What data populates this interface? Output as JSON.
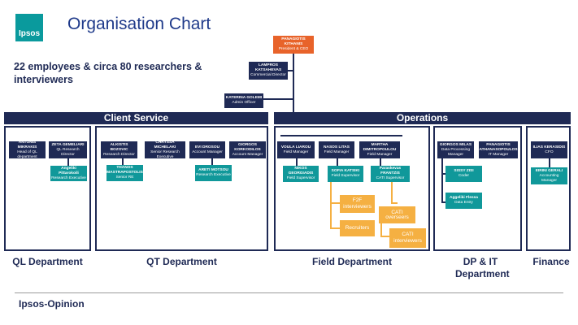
{
  "header": {
    "logo_text": "Ipsos",
    "title": "Organisation Chart"
  },
  "subtitle": "22 employees & circa 80 researchers & interviewers",
  "top": [
    {
      "name": "PANAGIOTIS KITHANIS",
      "role": "President & CEO",
      "color": "#e8632a"
    },
    {
      "name": "LAMPROS KATSAHEVAS",
      "role": "Commercial Director",
      "color": "#1f2a55"
    },
    {
      "name": "KATERINA GOLEMI",
      "role": "Admin Officer",
      "color": "#1f2a55"
    }
  ],
  "bars": {
    "client_service": "Client Service",
    "operations": "Operations"
  },
  "ql": {
    "people": [
      {
        "name": "ANTONIS MIKRAKIS",
        "role": "Head of QL department"
      },
      {
        "name": "ZETA GEMELIARI",
        "role": "QL Research Director"
      },
      {
        "name": "Angeliki Pittarokoili",
        "role": "Research Executive"
      }
    ]
  },
  "qt": {
    "people": [
      {
        "name": "ALKISTIS BOZOVIC",
        "role": "Research Director"
      },
      {
        "name": "CHRYSSA MICHELAKI",
        "role": "Senior Research Executive"
      },
      {
        "name": "EVI DROSOU",
        "role": "Account Manager"
      },
      {
        "name": "GIORGOS KORKODILOS",
        "role": "Account Manager"
      },
      {
        "name": "THANOS MASTRAPOSTOLIS",
        "role": "Senior RE"
      },
      {
        "name": "ARETI MOTSOU",
        "role": "Research Executive"
      }
    ]
  },
  "field": {
    "people": [
      {
        "name": "VOULA LIAROU",
        "role": "Field Manager"
      },
      {
        "name": "NASOS LITAS",
        "role": "Field Manager"
      },
      {
        "name": "MARTHA DIMITROPOULOU",
        "role": "Field Manager"
      },
      {
        "name": "NIKOS GEORGIADIS",
        "role": "Field Supervisor"
      },
      {
        "name": "SOFIA KATSIKI",
        "role": "Field Supervisor"
      },
      {
        "name": "Paraskevas FRANTZIS",
        "role": "CATI Supervisor"
      }
    ],
    "units": [
      "F2F interviewers",
      "Recruiters",
      "CATI overseers",
      "CATI interviewers"
    ]
  },
  "dpit": {
    "people": [
      {
        "name": "GIORGOS MILAS",
        "role": "Data Processing Manager"
      },
      {
        "name": "PANAGIOTIS ATHANASOPOULOS",
        "role": "IT Manager"
      },
      {
        "name": "SISSY ZISI",
        "role": "Coder"
      },
      {
        "name": "Aggeliki Flessa",
        "role": "Data Entry"
      }
    ]
  },
  "finance": {
    "people": [
      {
        "name": "ILIAS KERASIDIS",
        "role": "CFO"
      },
      {
        "name": "EIRINI GERALI",
        "role": "Accounting Manager"
      }
    ]
  },
  "departments": {
    "ql": "QL Department",
    "qt": "QT Department",
    "field": "Field Department",
    "dpit": "DP & IT Department",
    "finance": "Finance"
  },
  "footer": "Ipsos-Opinion",
  "colors": {
    "navy": "#1f2a55",
    "teal": "#10989a",
    "orange": "#f5b042",
    "ceo": "#e8632a"
  }
}
